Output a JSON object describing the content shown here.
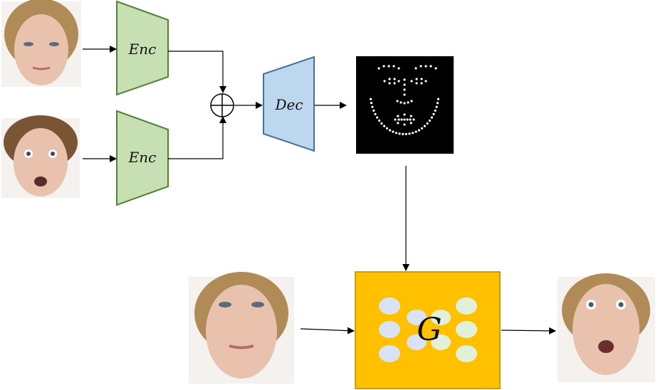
{
  "encoder": {
    "label": "Enc"
  },
  "decoder": {
    "label": "Dec"
  },
  "generator": {
    "label": "G"
  },
  "colors": {
    "encoder_fill": "#c6e0b4",
    "decoder_fill": "#bdd7ee",
    "generator_fill": "#ffc000",
    "generator_stroke": "#b8860b",
    "landmark_bg": "#000000"
  },
  "icons": {
    "combine": "circled-plus-icon"
  },
  "generator_circles": {
    "light_blue": "#dae3f3",
    "light_green": "#e2f0d9"
  }
}
